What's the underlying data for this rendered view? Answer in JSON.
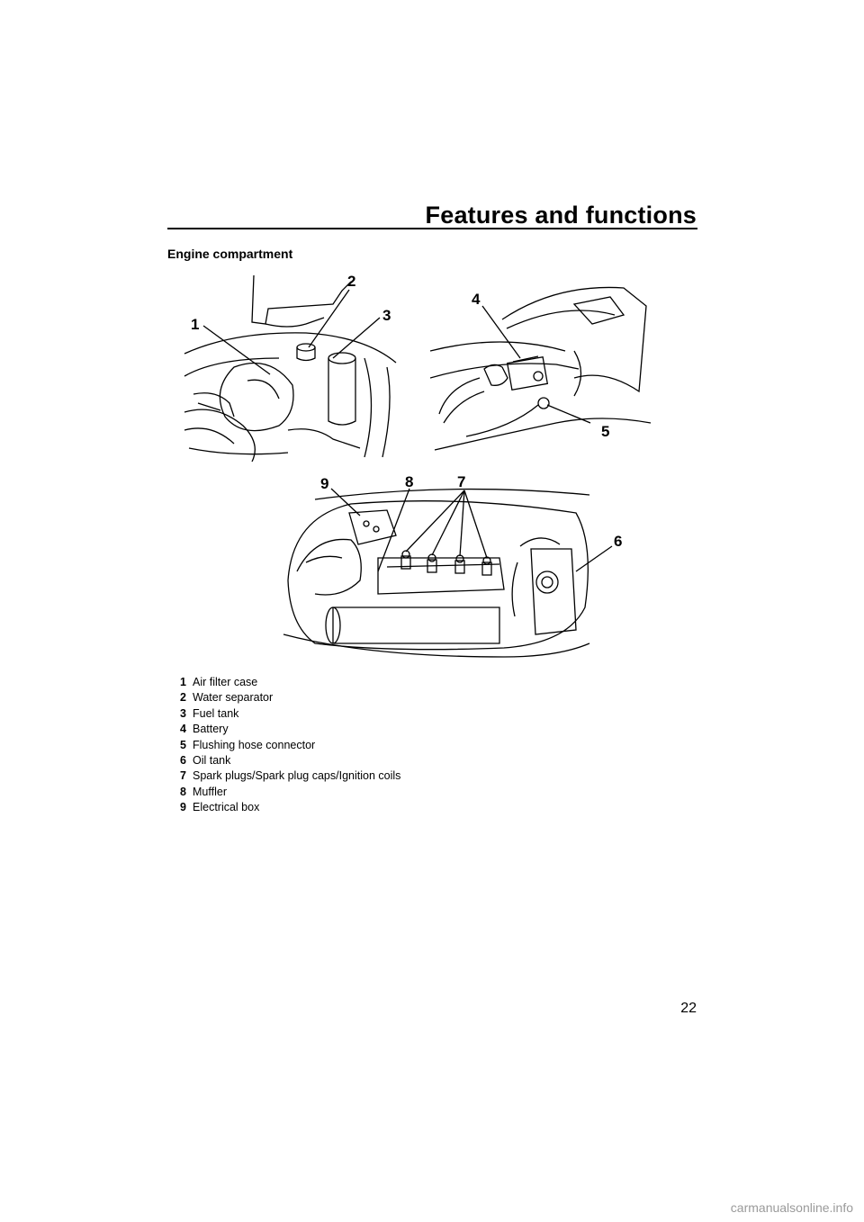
{
  "header": {
    "title": "Features and functions"
  },
  "section": {
    "heading": "Engine compartment"
  },
  "figures": {
    "top_left": {
      "callouts": [
        "1",
        "2",
        "3"
      ]
    },
    "top_right": {
      "callouts": [
        "4",
        "5"
      ]
    },
    "bottom": {
      "callouts": [
        "9",
        "8",
        "7",
        "6"
      ]
    }
  },
  "legend": [
    {
      "num": "1",
      "label": "Air filter case"
    },
    {
      "num": "2",
      "label": "Water separator"
    },
    {
      "num": "3",
      "label": "Fuel tank"
    },
    {
      "num": "4",
      "label": "Battery"
    },
    {
      "num": "5",
      "label": "Flushing hose connector"
    },
    {
      "num": "6",
      "label": "Oil tank"
    },
    {
      "num": "7",
      "label": "Spark plugs/Spark plug caps/Ignition coils"
    },
    {
      "num": "8",
      "label": "Muffler"
    },
    {
      "num": "9",
      "label": "Electrical box"
    }
  ],
  "footer": {
    "page_number": "22",
    "watermark": "carmanualsonline.info"
  }
}
